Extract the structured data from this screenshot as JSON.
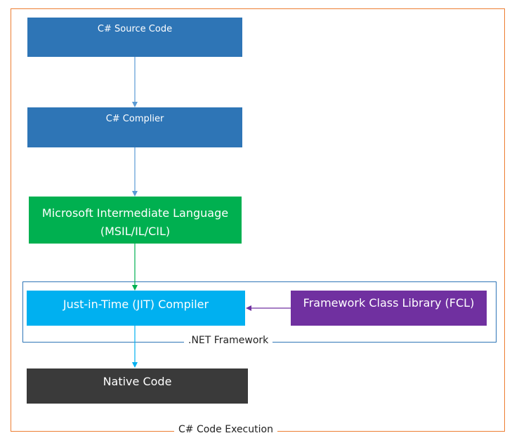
{
  "boxes": {
    "source": "C# Source Code",
    "compiler": "C# Complier",
    "msil": "Microsoft Intermediate Language\n(MSIL/IL/CIL)",
    "jit": "Just-in-Time (JIT) Compiler",
    "fcl": "Framework Class Library (FCL)",
    "native": "Native Code"
  },
  "groups": {
    "outer": "C# Code Execution",
    "net": ".NET Framework"
  },
  "colors": {
    "blue_box": "#2E75B6",
    "green_box": "#00B050",
    "cyan_box": "#00B0F0",
    "purple_box": "#7030A0",
    "dark_box": "#3A3A3A",
    "outer_border": "#ED7D31",
    "net_border": "#2E75B6"
  }
}
